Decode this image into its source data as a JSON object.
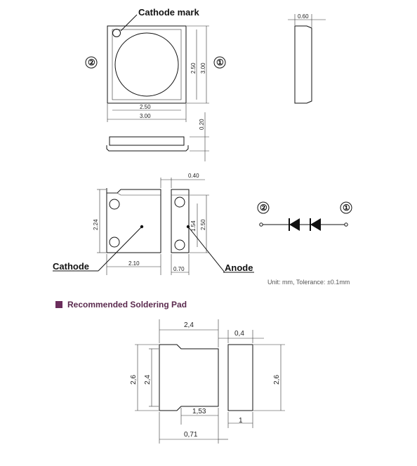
{
  "labels": {
    "cathode_mark": "Cathode mark",
    "cathode": "Cathode",
    "anode": "Anode",
    "pin2": "②",
    "pin1": "①"
  },
  "dims": {
    "top_width_inner": "2.50",
    "top_width_outer": "3.00",
    "top_height_inner": "2.50",
    "top_height_outer": "3.00",
    "side_thickness": "0.60",
    "side_height": "0.20",
    "pad_gap": "0.40",
    "bottom_left_height": "2.24",
    "bottom_right_inner": "1.54",
    "bottom_right_outer": "2.50",
    "bottom_left_width": "2.10",
    "bottom_right_width": "0.70"
  },
  "note": "Unit: mm, Tolerance: ±0.1mm",
  "section_title": "Recommended Soldering Pad",
  "pad_dims": {
    "width_top": "2,4",
    "right_width": "0,4",
    "left_height_outer": "2,6",
    "left_height_inner": "2,4",
    "right_height": "2,6",
    "gap_width": "1,53",
    "small_right": "1",
    "bottom_width": "0,71"
  },
  "colors": {
    "section_marker": "#6b2d5c"
  }
}
